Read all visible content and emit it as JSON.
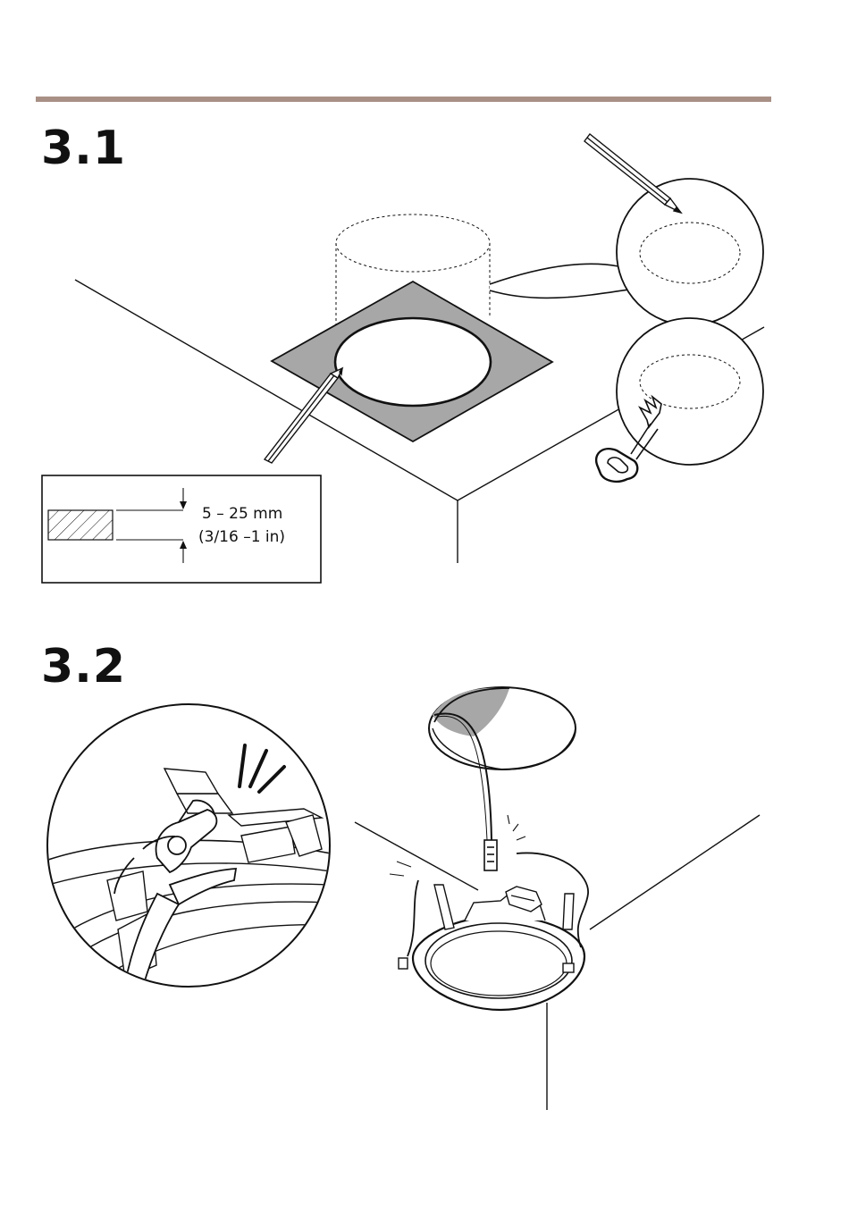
{
  "steps": [
    {
      "number": "3.1"
    },
    {
      "number": "3.2"
    }
  ],
  "thickness_callout": {
    "metric": "5 – 25 mm",
    "imperial": "(3/16 –1 in)"
  },
  "colors": {
    "rule": "#a89086",
    "template_fill": "#a7a7a7",
    "line": "#111111"
  },
  "icons": [
    "pencil-icon",
    "saw-icon",
    "side-cutter-pliers-icon",
    "network-cable-icon"
  ]
}
